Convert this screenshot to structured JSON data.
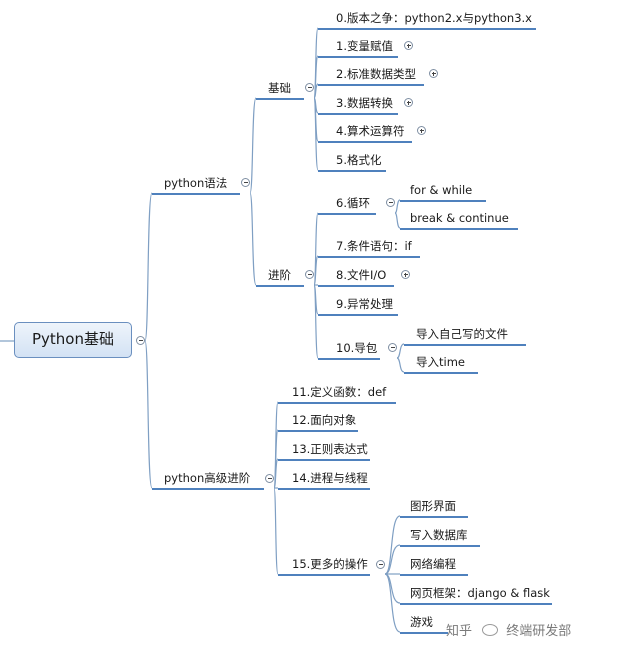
{
  "root": "Python基础",
  "branches": {
    "syntax": "python语法",
    "advanced": "python高级进阶"
  },
  "groups": {
    "basic": "基础",
    "progress": "进阶"
  },
  "basic_items": [
    "0.版本之争：python2.x与python3.x",
    "1.变量赋值",
    "2.标准数据类型",
    "3.数据转换",
    "4.算术运算符",
    "5.格式化"
  ],
  "progress_items": [
    "6.循环",
    "7.条件语句：if",
    "8.文件I/O",
    "9.异常处理",
    "10.导包"
  ],
  "loop_items": [
    "for & while",
    "break & continue"
  ],
  "import_items": [
    "导入自己写的文件",
    "导入time"
  ],
  "advanced_items": [
    "11.定义函数：def",
    "12.面向对象",
    "13.正则表达式",
    "14.进程与线程",
    "15.更多的操作"
  ],
  "more_items": [
    "图形界面",
    "写入数据库",
    "网络编程",
    "网页框架：django & flask",
    "游戏"
  ],
  "watermark": {
    "left": "知乎",
    "right": "终端研发部"
  }
}
